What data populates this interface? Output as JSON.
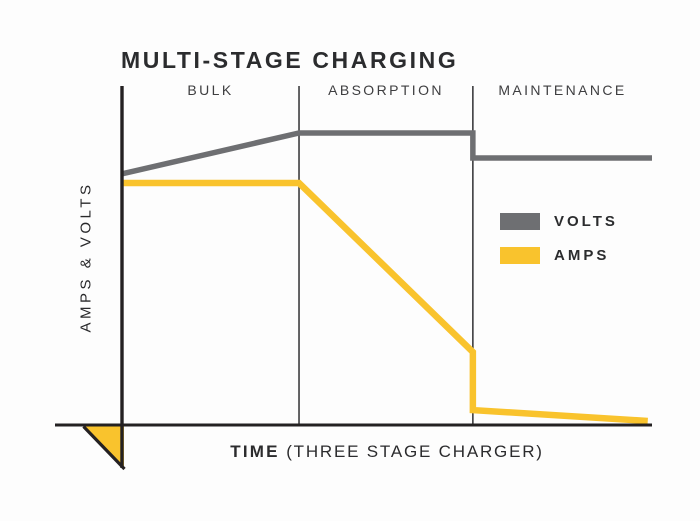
{
  "title": "MULTI-STAGE CHARGING",
  "stages": [
    {
      "label": "BULK"
    },
    {
      "label": "ABSORPTION"
    },
    {
      "label": "MAINTENANCE"
    }
  ],
  "y_axis_label": "AMPS & VOLTS",
  "x_axis_label": {
    "bold": "TIME",
    "detail": "(THREE STAGE CHARGER)"
  },
  "legend": [
    {
      "label": "VOLTS",
      "color": "#6e6f72"
    },
    {
      "label": "AMPS",
      "color": "#f9c32d"
    }
  ],
  "colors": {
    "volts": "#6e6f72",
    "amps": "#f9c32d",
    "axis": "#242122",
    "divider": "#3d3d3f",
    "text": "#2b2c2e",
    "background": "#fdfdfd"
  },
  "chart_data": {
    "type": "line",
    "title": "MULTI-STAGE CHARGING",
    "xlabel": "TIME (THREE STAGE CHARGER)",
    "ylabel": "AMPS & VOLTS",
    "x_range": [
      0,
      100
    ],
    "y_range": [
      0,
      100
    ],
    "grid": false,
    "legend_position": "middle-right",
    "stage_boundaries_x": [
      33.4,
      66.2
    ],
    "stage_names": [
      "BULK",
      "ABSORPTION",
      "MAINTENANCE"
    ],
    "series": [
      {
        "name": "VOLTS",
        "color": "#6e6f72",
        "points": [
          [
            0,
            74.3
          ],
          [
            33.4,
            86.4
          ],
          [
            66.2,
            86.4
          ],
          [
            66.2,
            79.0
          ],
          [
            100,
            79.0
          ]
        ]
      },
      {
        "name": "AMPS",
        "color": "#f9c32d",
        "points": [
          [
            0,
            71.6
          ],
          [
            33.4,
            71.6
          ],
          [
            66.2,
            21.6
          ],
          [
            66.2,
            4.4
          ],
          [
            99.2,
            1.2
          ]
        ]
      }
    ]
  }
}
